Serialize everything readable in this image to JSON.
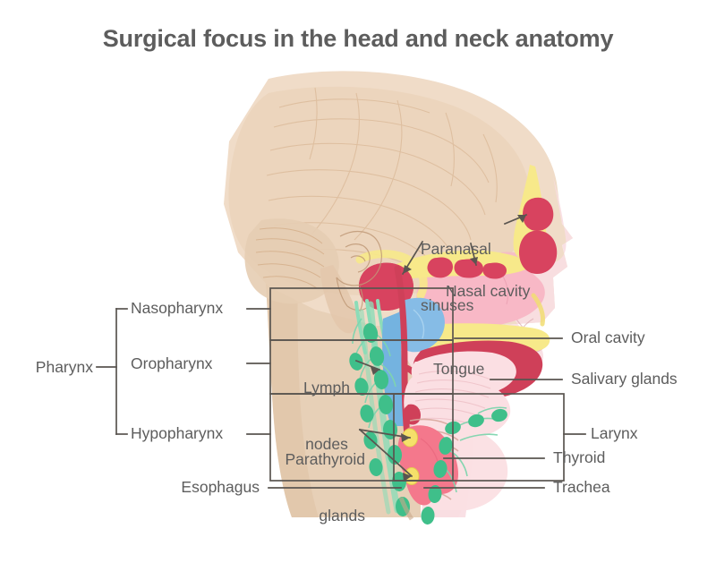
{
  "title": "Surgical focus in the head and neck anatomy",
  "diagram": {
    "type": "anatomical-illustration",
    "subject": "sagittal section of human head and neck",
    "background_color": "#ffffff",
    "text_color": "#5d5d5d",
    "leader_line_color": "#5a5550",
    "palette": {
      "skull_bone": "#f0dcc8",
      "brain_tissue": "#ebd3bb",
      "neck_skin": "#e6cdb3",
      "nasal_cavity_pink": "#f8b8c6",
      "soft_tissue_pink": "#fbdfe3",
      "sinus_red": "#d8435f",
      "mucosa_rose": "#cf4059",
      "thyroid_red": "#f4788c",
      "parathyroid_yellow": "#f5e06a",
      "bone_yellow": "#f7e98a",
      "vein_blue": "#74b3e0",
      "lymph_green": "#3fbf8a",
      "lymph_vessel_green": "#8ddcb8",
      "outline_tan": "#c9a98a"
    }
  },
  "labels": {
    "pharynx": "Pharynx",
    "nasopharynx": "Nasopharynx",
    "oropharynx": "Oropharynx",
    "hypopharynx": "Hypopharynx",
    "paranasal_sinuses_line1": "Paranasal",
    "paranasal_sinuses_line2": "sinuses",
    "nasal_cavity": "Nasal cavity",
    "oral_cavity": "Oral cavity",
    "tongue": "Tongue",
    "salivary_glands": "Salivary glands",
    "lymph_nodes_line1": "Lymph",
    "lymph_nodes_line2": "nodes",
    "parathyroid_glands_line1": "Parathyroid",
    "parathyroid_glands_line2": "glands",
    "thyroid": "Thyroid",
    "trachea": "Trachea",
    "esophagus": "Esophagus",
    "larynx": "Larynx"
  }
}
